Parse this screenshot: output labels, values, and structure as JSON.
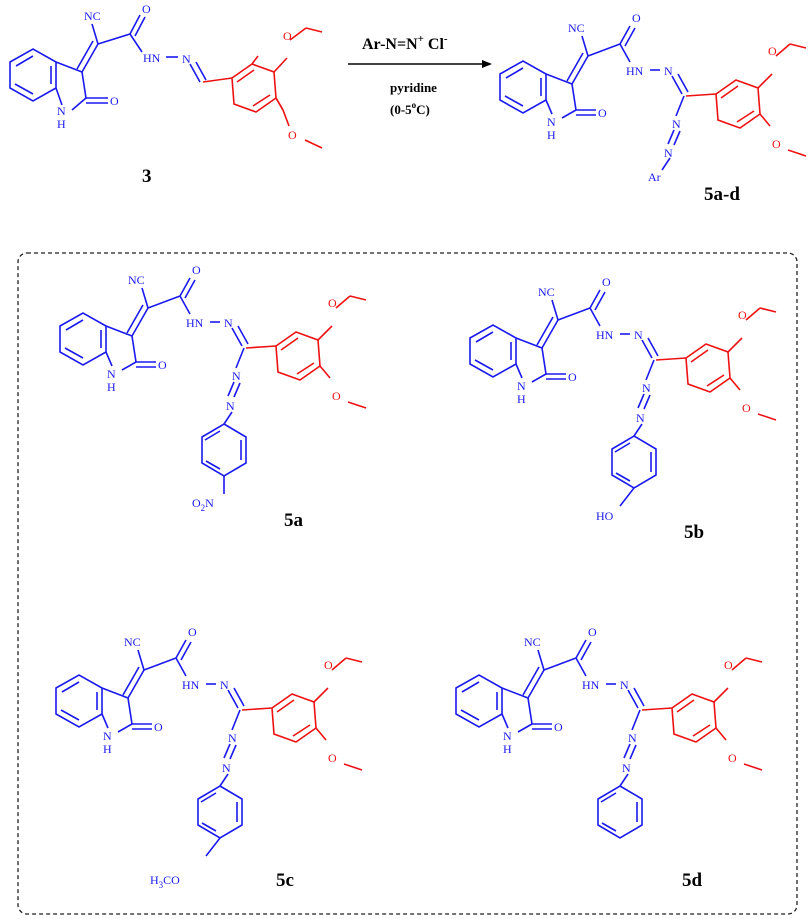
{
  "colors": {
    "core": "#1a1aef",
    "aryl": "#ee1111",
    "text": "#000000",
    "frame": "#222222"
  },
  "reaction": {
    "reagent": "Ar-N=N",
    "reagent_sup": "+",
    "reagent_anion": "Cl",
    "reagent_anion_sup": "-",
    "solvent": "pyridine",
    "temperature": "(0-5",
    "temperature_sup": "o",
    "temperature_tail": "C)"
  },
  "atoms": {
    "nc": "NC",
    "o": "O",
    "hn": "HN",
    "n": "N",
    "nh": "NH",
    "h": "H",
    "ar": "Ar",
    "no2": "O",
    "no2_sub": "2",
    "no2_n": "N",
    "ho": "HO",
    "meo": "H",
    "meo_sub": "3",
    "meo_co": "CO"
  },
  "compounds": {
    "start": "3",
    "product": "5a-d",
    "a": "5a",
    "b": "5b",
    "c": "5c",
    "d": "5d"
  }
}
